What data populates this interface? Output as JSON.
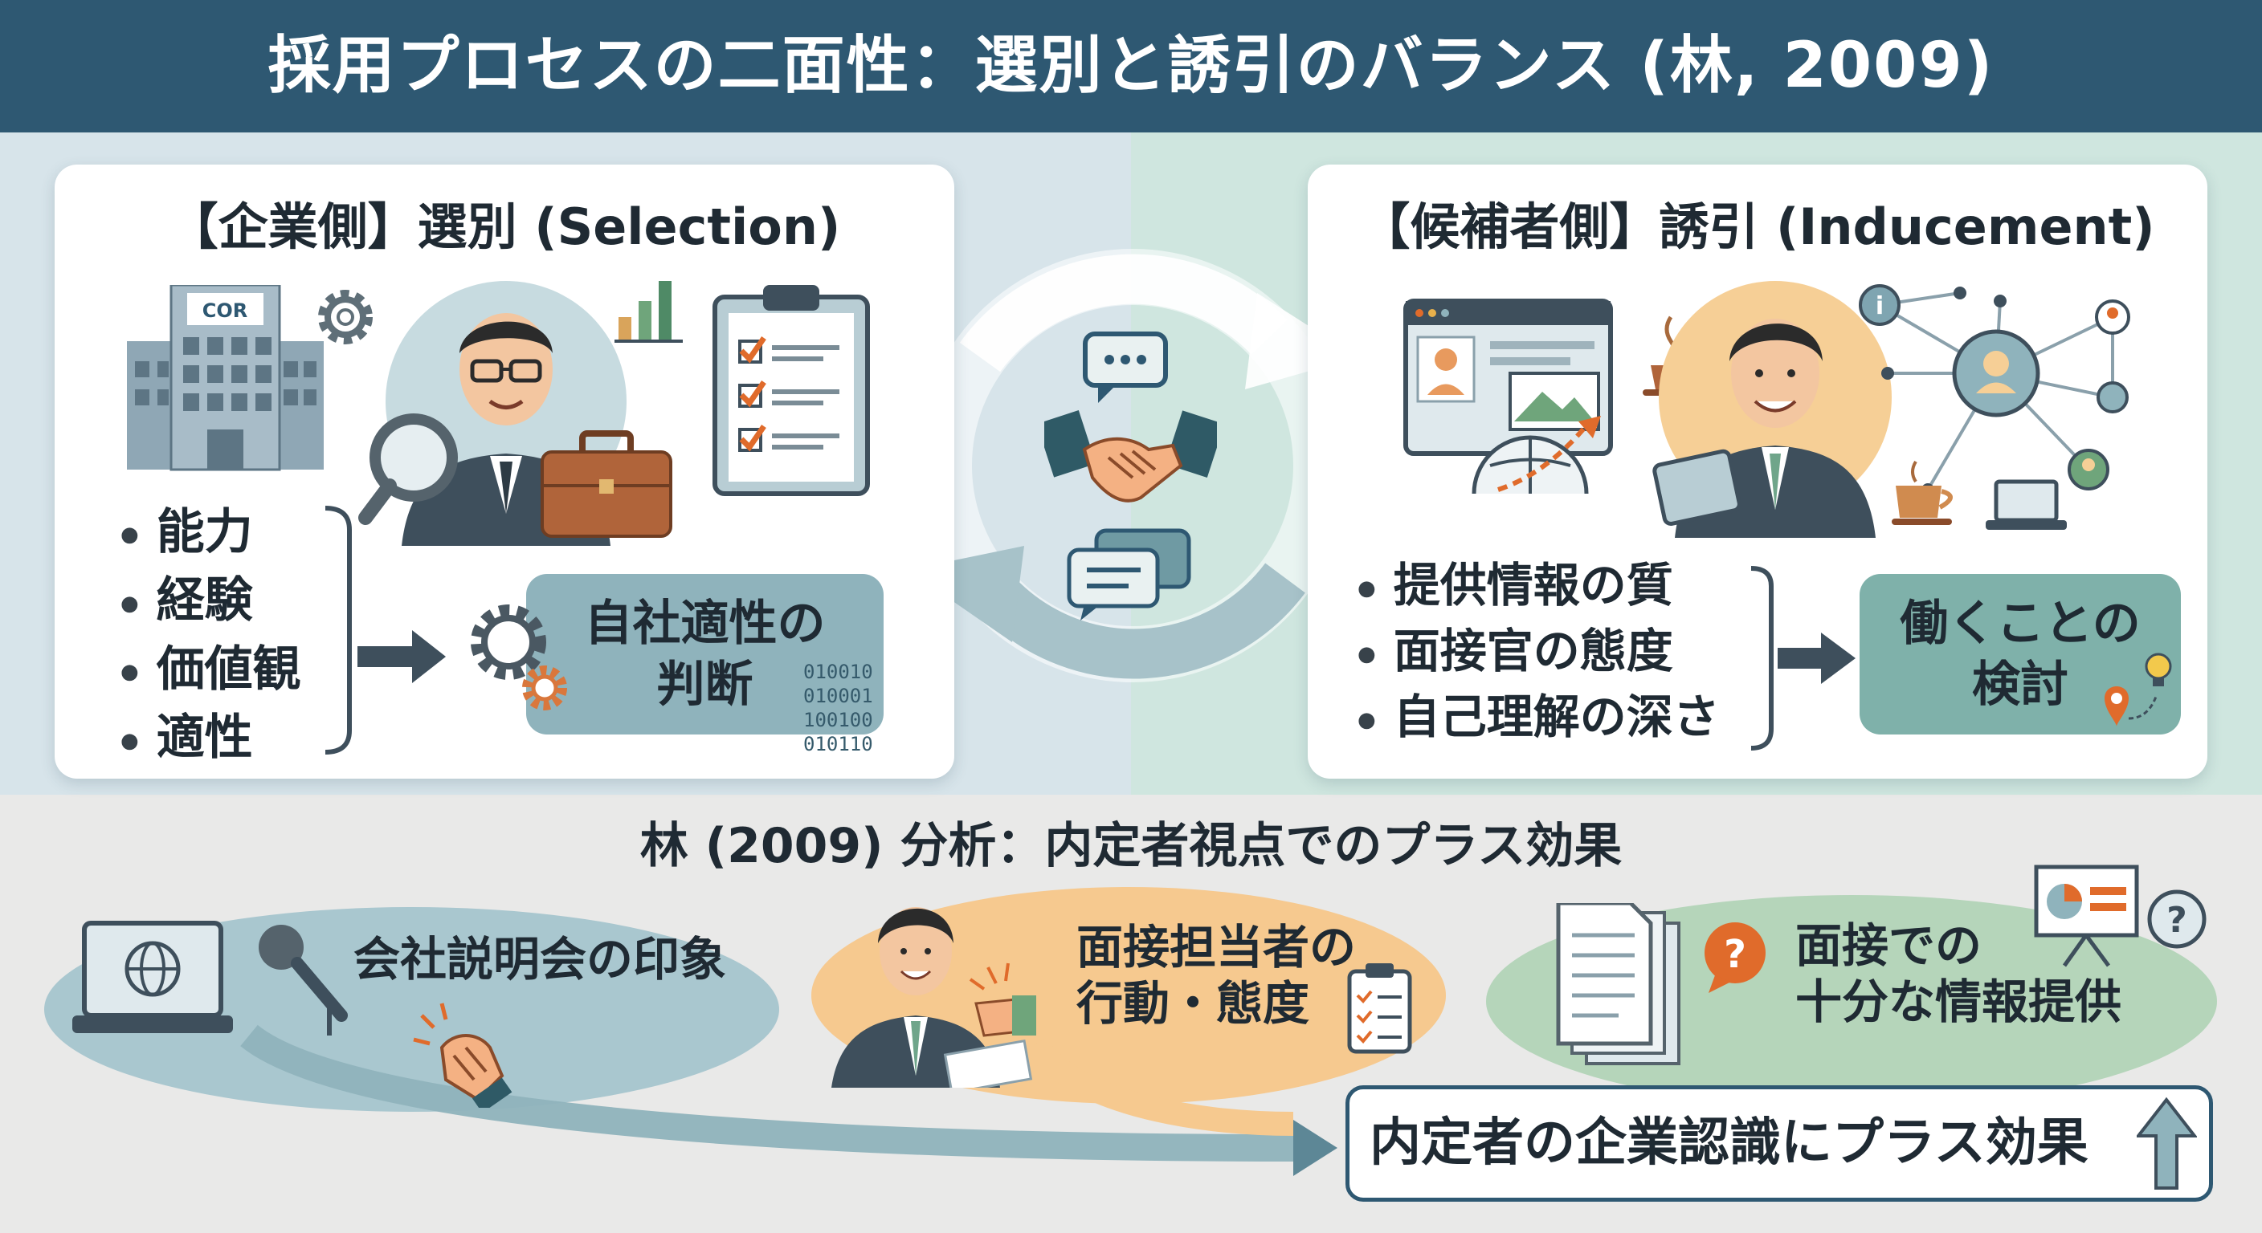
{
  "header": {
    "title": "採用プロセスの二面性：選別と誘引のバランス (林, 2009)"
  },
  "company_side": {
    "title": "【企業側】選別 (Selection)",
    "building_sign": "COR",
    "bullets": [
      "能力",
      "経験",
      "価値観",
      "適性"
    ],
    "outcome": [
      "自社適性の",
      "判断"
    ],
    "binary": [
      "010010",
      "010001",
      "100100",
      "010110"
    ]
  },
  "candidate_side": {
    "title": "【候補者側】誘引 (Inducement)",
    "bullets": [
      "提供情報の質",
      "面接官の態度",
      "自己理解の深さ"
    ],
    "outcome": [
      "働くことの",
      "検討"
    ]
  },
  "lower": {
    "title": "林 (2009) 分析：内定者視点でのプラス効果",
    "factor1": "会社説明会の印象",
    "factor2": [
      "面接担当者の",
      "行動・態度"
    ],
    "factor3": [
      "面接での",
      "十分な情報提供"
    ],
    "result": "内定者の企業認識にプラス効果"
  },
  "colors": {
    "header": "#2e5872",
    "band_left": "#d7e4ea",
    "band_right": "#cfe6df",
    "outcome_left": "#8fb3bc",
    "outcome_right": "#7fb1aa",
    "ellipse_blue": "#a9c7cf",
    "ellipse_orange": "#f6c98f",
    "ellipse_green": "#b5d5ba"
  },
  "icons": [
    "building-icon",
    "gear-icon",
    "businessman-magnifier-icon",
    "briefcase-icon",
    "bar-chart-icon",
    "checklist-clipboard-icon",
    "cycle-arrows-icon",
    "chat-bubble-icon",
    "handshake-icon",
    "browser-profile-icon",
    "globe-icon",
    "coffee-cup-icon",
    "businessman-tablet-icon",
    "network-icon",
    "laptop-icon",
    "lightbulb-icon",
    "location-pin-icon",
    "laptop-globe-icon",
    "microphone-icon",
    "clapping-hands-icon",
    "interviewer-icon",
    "documents-icon",
    "question-bubble-icon",
    "presentation-board-icon",
    "up-arrow-icon"
  ]
}
